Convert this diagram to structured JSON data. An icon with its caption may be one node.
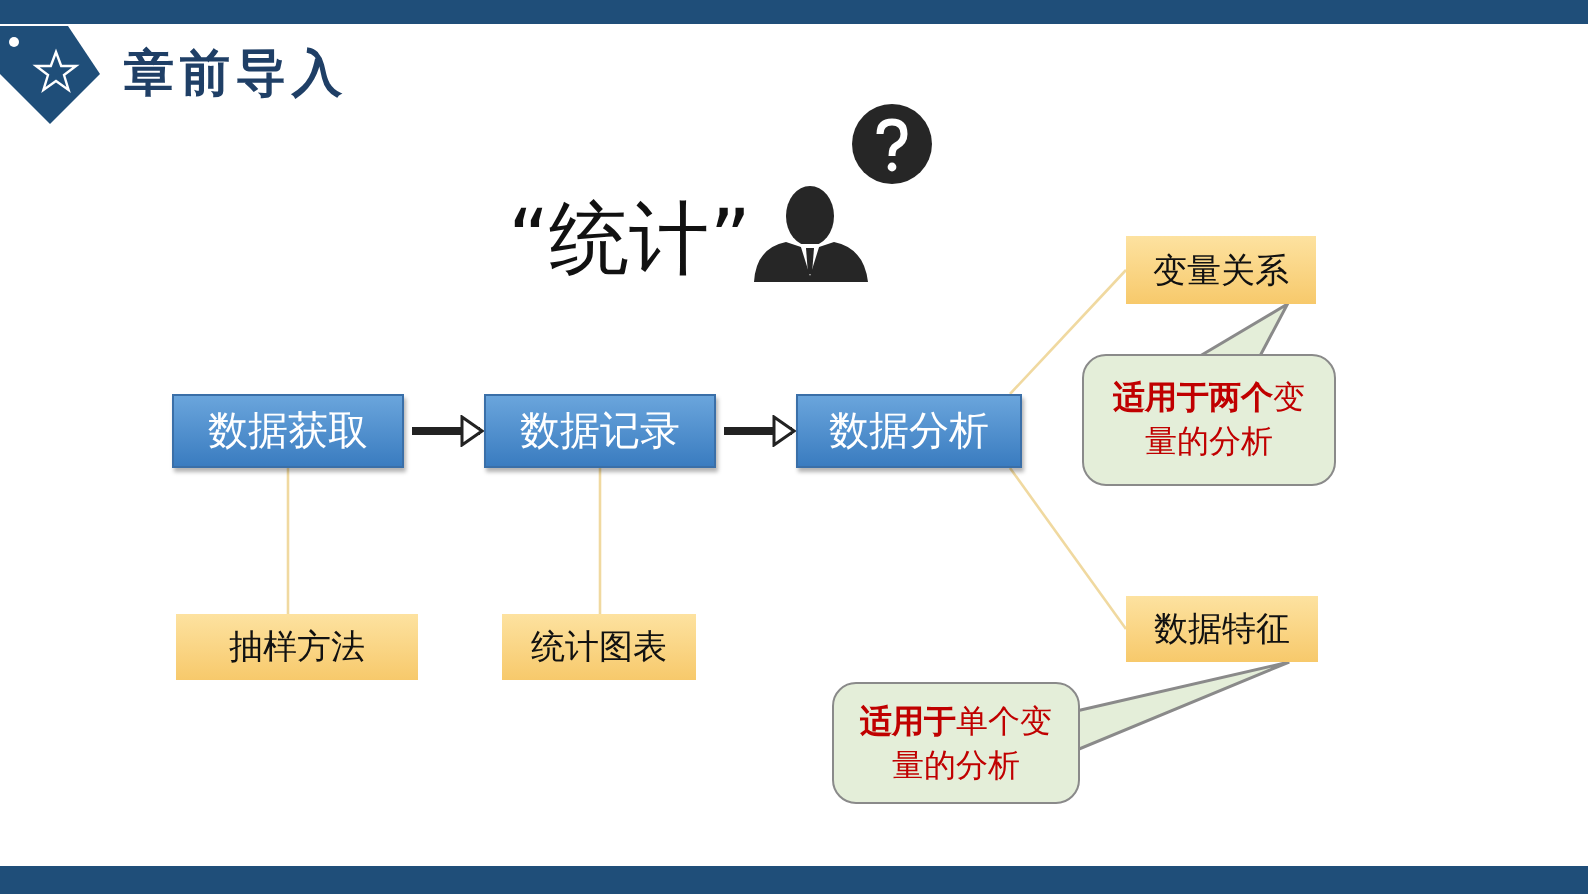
{
  "diagram": {
    "title": "章前导入",
    "nodes": [
      {
        "text": [
          "数据获取"
        ]
      },
      {
        "text": [
          "数据记录"
        ]
      },
      {
        "text": [
          "数据分析"
        ]
      },
      {
        "text": [
          "抽样方法"
        ]
      },
      {
        "text": [
          "统计图表"
        ]
      },
      {
        "text": [
          "变量关系"
        ]
      },
      {
        "text": [
          "**适用于两个**变量的分析"
        ]
      },
      {
        "text": [
          "数据特征"
        ]
      },
      {
        "text": [
          "**适用于**单个变量的分析"
        ]
      }
    ],
    "edges": [
      {
        "from": 0,
        "to": 1,
        "arrow": "to",
        "style": "thick",
        "color": "#222222"
      },
      {
        "from": 1,
        "to": 2,
        "arrow": "to",
        "style": "thick",
        "color": "#222222"
      },
      {
        "from": 0,
        "to": 3,
        "arrow": "none"
      },
      {
        "from": 1,
        "to": 4,
        "arrow": "none"
      },
      {
        "from": 2,
        "to": 5,
        "arrow": "none"
      },
      {
        "from": 2,
        "to": 7,
        "arrow": "none"
      },
      {
        "from": 6,
        "to": 5,
        "arrow": "to"
      },
      {
        "from": 8,
        "to": 7,
        "arrow": "to"
      }
    ],
    "labels": [
      "“统计”"
    ]
  }
}
